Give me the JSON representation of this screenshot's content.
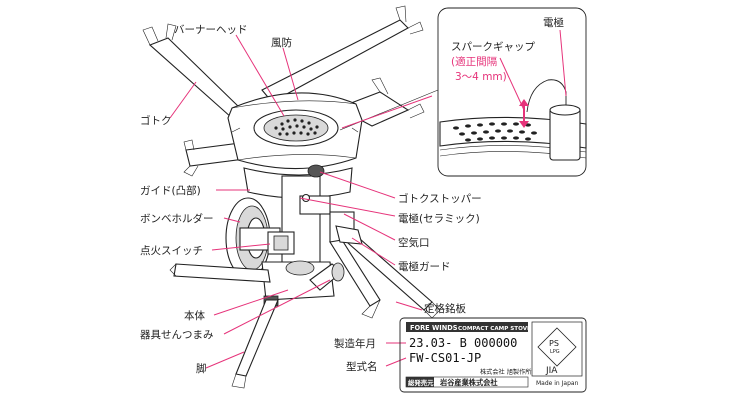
{
  "labels": {
    "burner_head": "バーナーヘッド",
    "windscreen": "風防",
    "pot_support": "ゴトク",
    "guide": "ガイド(凸部)",
    "canister_holder": "ボンベホルダー",
    "ignition_switch": "点火スイッチ",
    "body": "本体",
    "control_knob": "器具せんつまみ",
    "leg": "脚",
    "pot_support_stopper": "ゴトクストッパー",
    "electrode_ceramic": "電極(セラミック)",
    "air_inlet": "空気口",
    "electrode_guard": "電極ガード",
    "rating_plate": "定格銘板",
    "manufacture_date": "製造年月",
    "model_name": "型式名",
    "electrode": "電極",
    "spark_gap": "スパークギャップ",
    "gap_note_line1": "(適正間隔",
    "gap_note_line2": "3～4 mm)"
  },
  "plate": {
    "brand": "FORE WINDS",
    "product": "COMPACT CAMP STOVE",
    "serial": "23.03- B 000000",
    "model": "FW-CS01-JP",
    "maker_small": "株式会社 旭製作所",
    "seller_prefix": "総発売元",
    "seller_name": "岩谷産業株式会社",
    "cert_ps": "PS",
    "cert_lpg": "LPG",
    "cert_jia": "JIA",
    "made_in": "Made in Japan"
  },
  "colors": {
    "leader": "#e6337a",
    "line": "#222222",
    "plate_header": "#333333"
  }
}
